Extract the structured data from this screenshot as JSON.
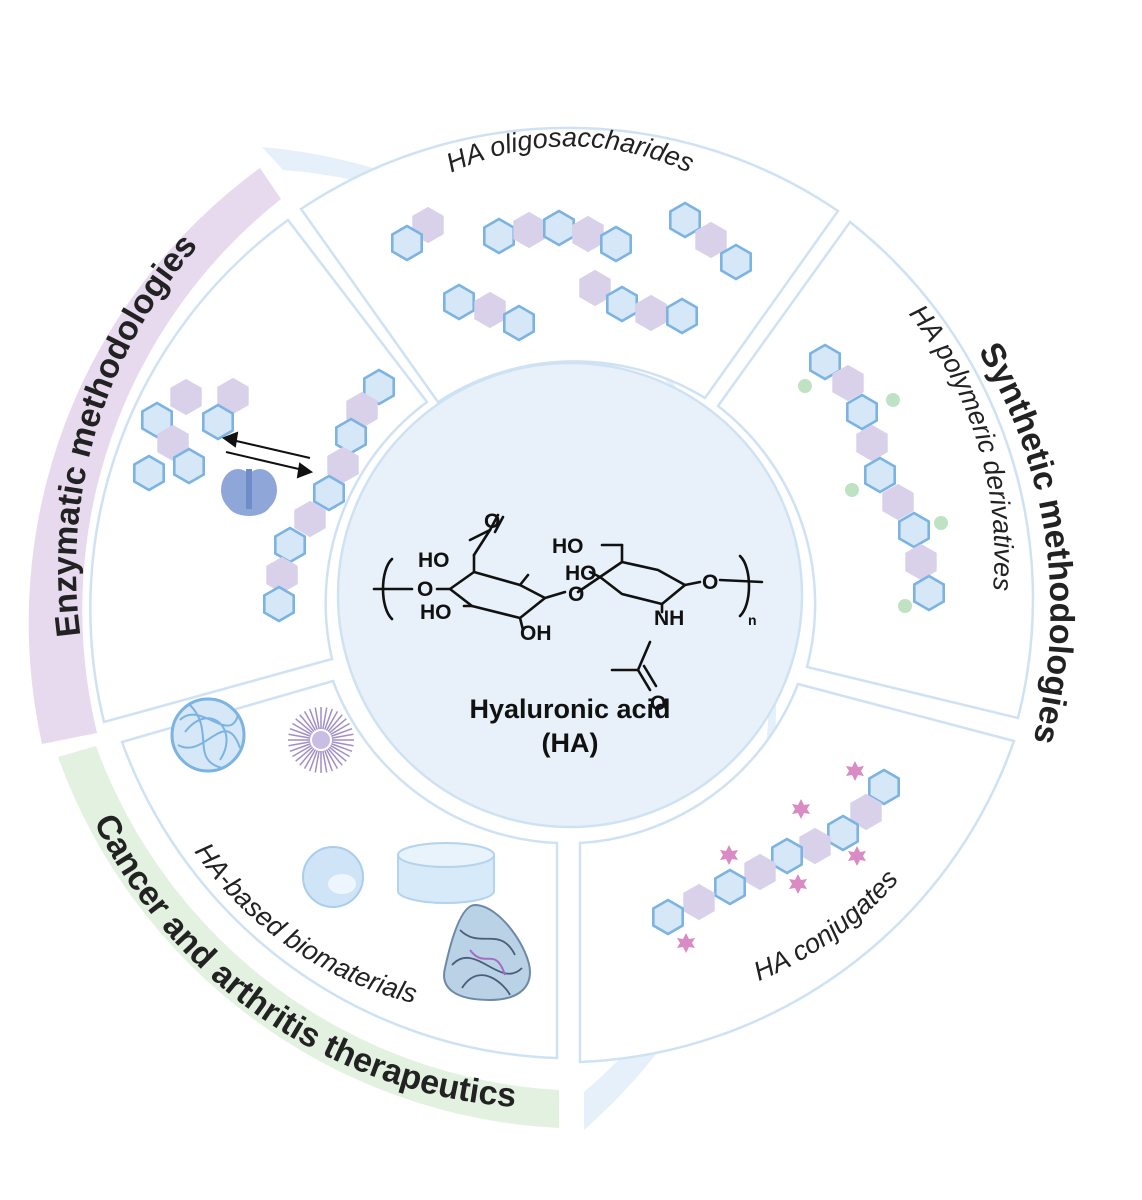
{
  "ring_labels": {
    "enzymatic": "Enzymatic methodologies",
    "synthetic": "Synthetic methodologies",
    "cancer": "Cancer and arthritis therapeutics"
  },
  "segment_labels": {
    "oligosaccharides": "HA oligosaccharides",
    "polymeric": "HA polymeric derivatives",
    "conjugates": "HA conjugates",
    "biomaterials": "HA-based biomaterials"
  },
  "center": {
    "title_line1": "Hyaluronic acid",
    "title_line2": "(HA)",
    "repeat_subscript": "n",
    "atoms": {
      "ho_top": "HO",
      "o_carbonyl": "O",
      "ho_ring_left": "HO",
      "oh_bottom": "OH",
      "o_glycosidic": "O",
      "ho_ch2": "HO",
      "ho_ring_right": "HO",
      "nh": "NH",
      "o_acetyl": "O",
      "o_end": "O",
      "o_start": "O"
    }
  },
  "colors": {
    "enzymatic_band": "#e8daee",
    "synthetic_band": "#e6f0fa",
    "cancer_band": "#e3f1e1",
    "segment_stroke": "#cfe2f3",
    "center_fill": "#e8f1fa",
    "hex_blue": "#d6e8f7",
    "hex_blue_stroke": "#7bb3e2",
    "hex_purple": "#d9d0ea",
    "star_pink": "#d98bc4",
    "dot_green": "#bfe3c2",
    "enzyme": "#8ea6d8"
  },
  "icons": [
    "enzyme-icon",
    "equilibrium-arrows-icon",
    "hydrogel-network-icon",
    "micelle-icon",
    "nanosphere-icon",
    "hydrogel-disc-icon",
    "scaffold-icon"
  ]
}
